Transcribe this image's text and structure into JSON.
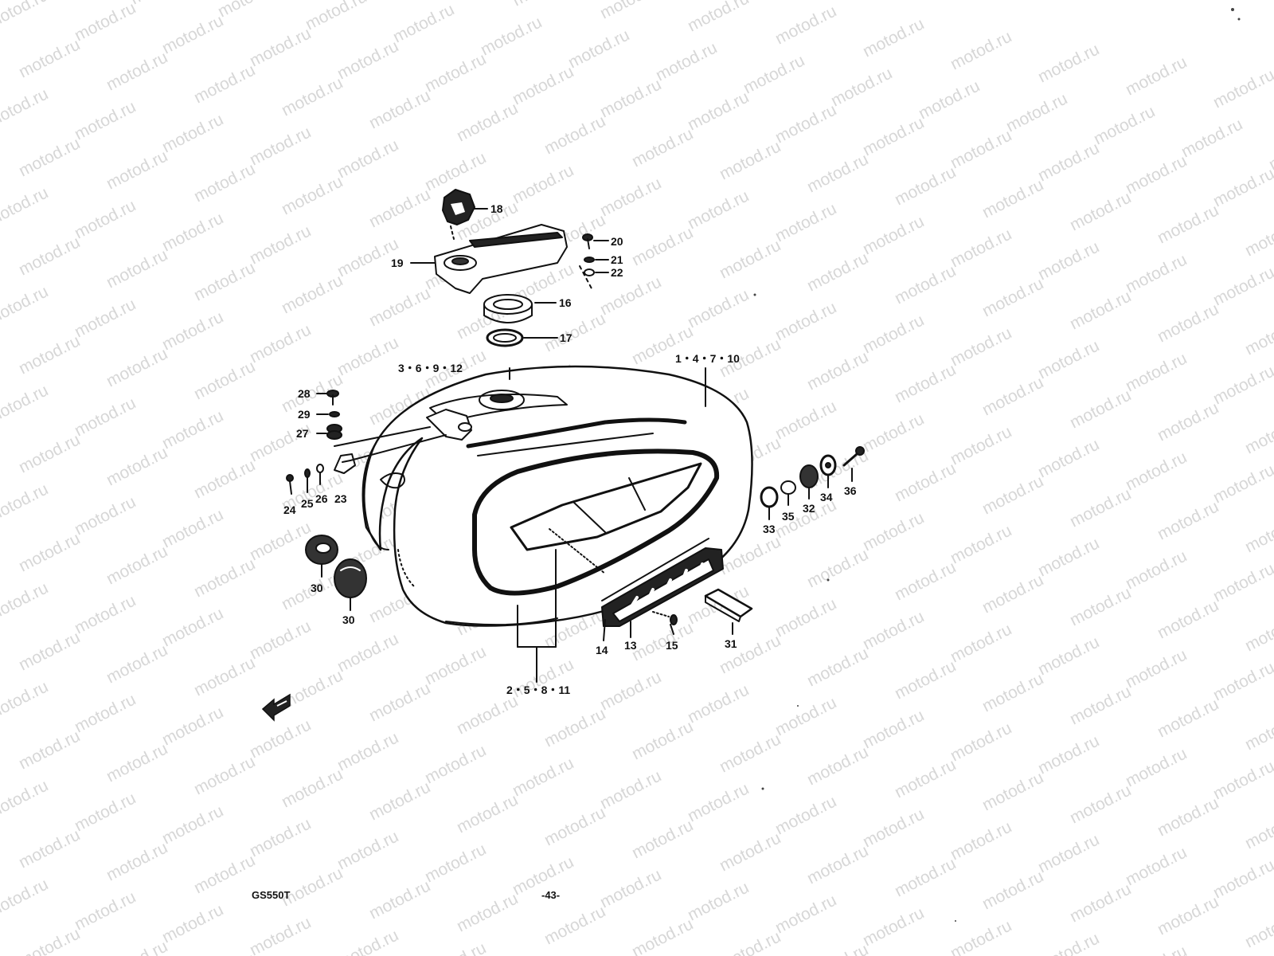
{
  "watermark": {
    "text": "motod.ru"
  },
  "footer": {
    "model": "GS550T",
    "page": "-43-"
  },
  "callouts": {
    "c18": "18",
    "c19": "19",
    "c20": "20",
    "c21": "21",
    "c22": "22",
    "c16": "16",
    "c17": "17",
    "c_tank_front": "3・6・9・12",
    "c_tank_top": "1・4・7・10",
    "c_tank_bottom": "2・5・8・11",
    "c28": "28",
    "c29": "29",
    "c27": "27",
    "c24": "24",
    "c25": "25",
    "c26": "26",
    "c23": "23",
    "c30a": "30",
    "c30b": "30",
    "c33": "33",
    "c35": "35",
    "c32": "32",
    "c34": "34",
    "c36": "36",
    "c14": "14",
    "c13": "13",
    "c15": "15",
    "c31": "31"
  },
  "icons": {
    "front_arrow": "front-direction-arrow-icon"
  }
}
